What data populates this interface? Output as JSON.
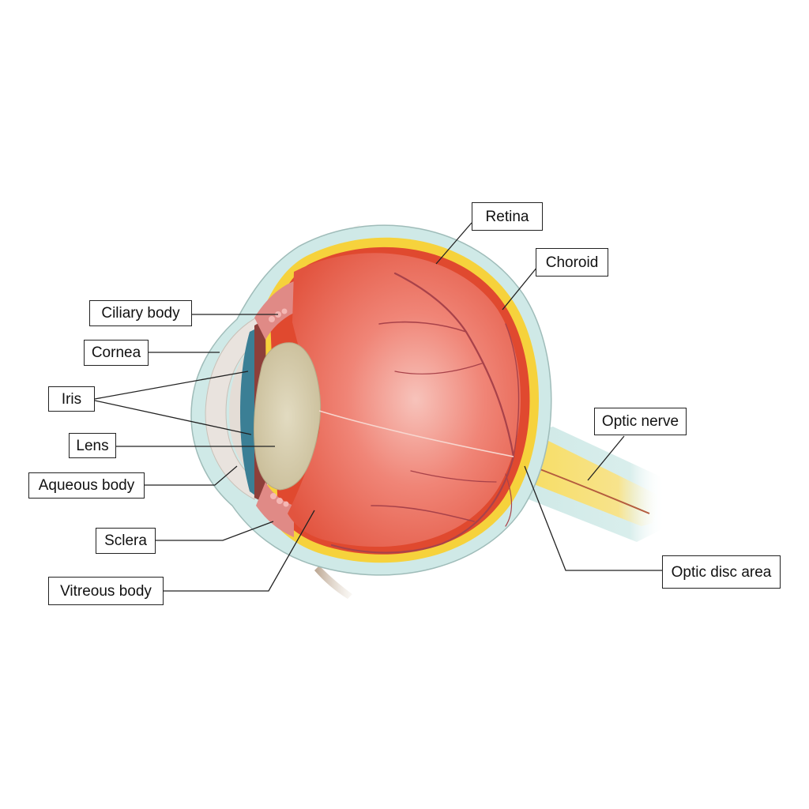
{
  "labels": {
    "retina": "Retina",
    "choroid": "Choroid",
    "ciliary_body": "Ciliary body",
    "cornea": "Cornea",
    "iris": "Iris",
    "lens": "Lens",
    "aqueous_body": "Aqueous body",
    "sclera": "Sclera",
    "vitreous_body": "Vitreous body",
    "optic_nerve": "Optic nerve",
    "optic_disc_area": "Optic disc area"
  },
  "colors": {
    "sclera": "#cfe9e7",
    "choroid": "#f6d23c",
    "retina": "#e0492f",
    "vitreous": "#ee6a5d",
    "lens": "#d6ccac",
    "iris": "#3b7f95",
    "cornea": "#e9e3de",
    "optic_nerve": "#f7e27a",
    "vessel": "#a8424a",
    "leader_line": "#222222"
  }
}
